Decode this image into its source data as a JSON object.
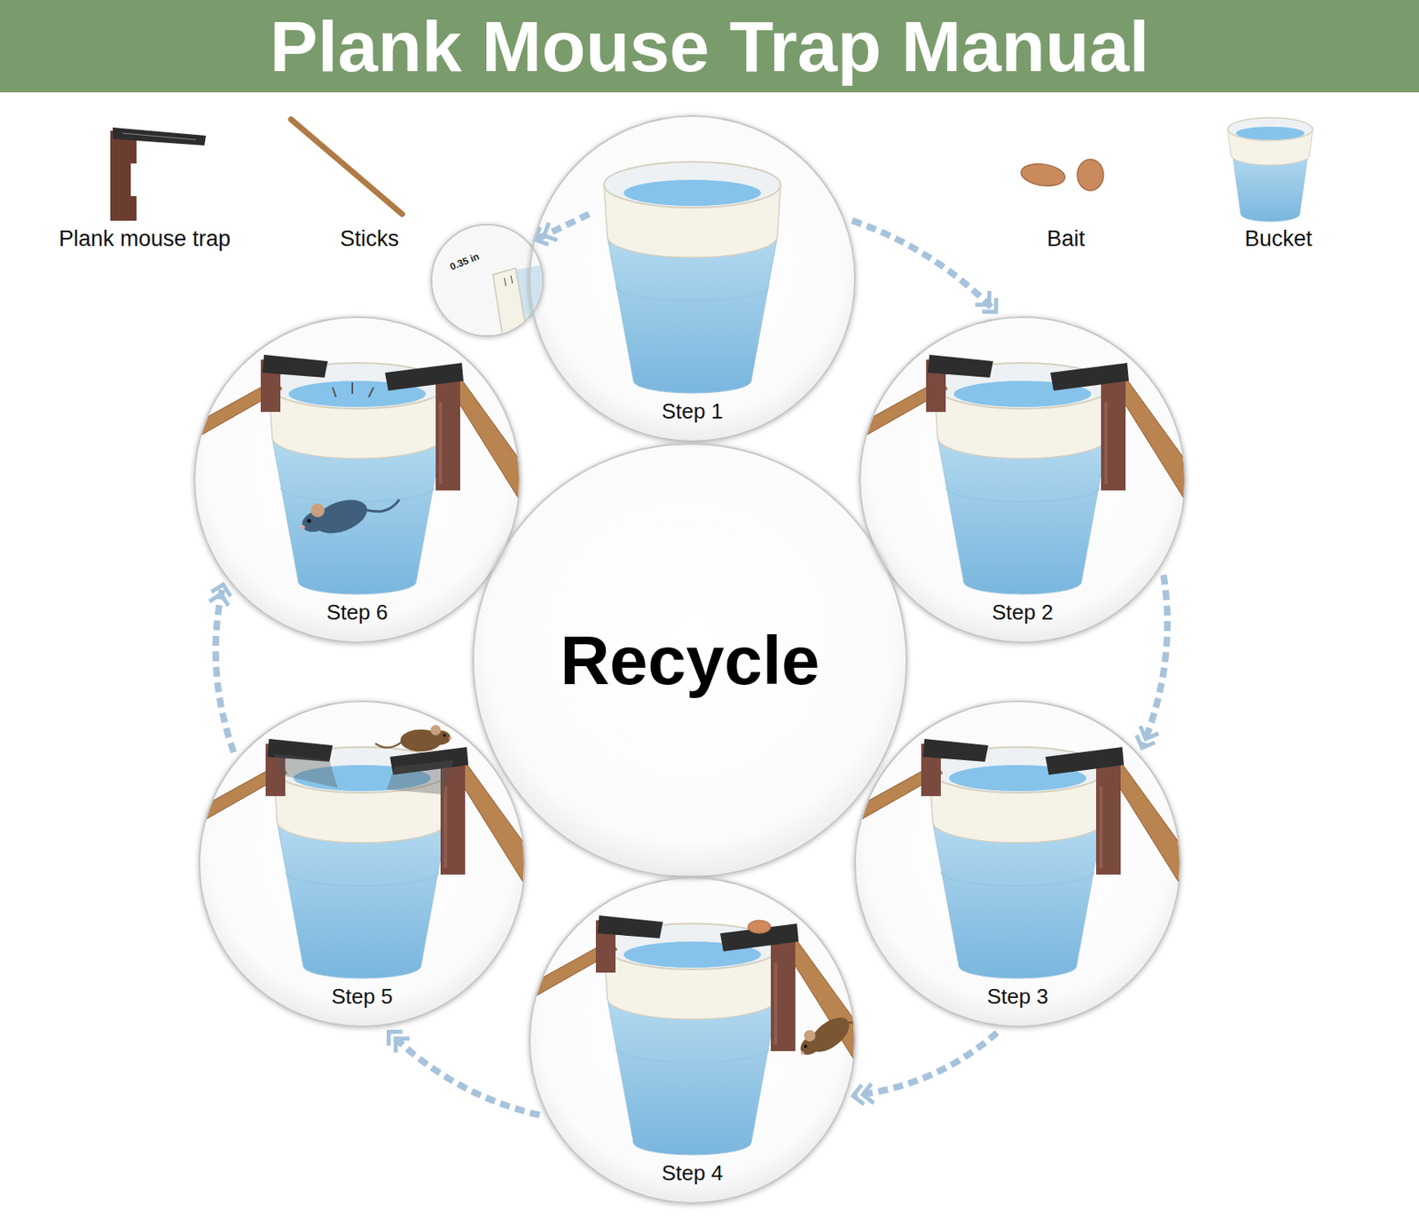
{
  "diagram": {
    "title": "Plank Mouse Trap Manual",
    "nodes": [
      {
        "text": [
          "0.35 in"
        ]
      },
      {
        "text": [
          "Step 1"
        ]
      },
      {
        "text": [
          "Step 6"
        ]
      },
      {
        "text": [
          "Step 2"
        ]
      },
      {
        "text": [
          "Recycle"
        ]
      },
      {
        "text": [
          "Step 5"
        ]
      },
      {
        "text": [
          "Step 3"
        ]
      },
      {
        "text": [
          "Step 4"
        ]
      }
    ],
    "edges": [
      {
        "from": 1,
        "to": 3,
        "arrow": "to"
      },
      {
        "from": 3,
        "to": 6,
        "arrow": "to"
      },
      {
        "from": 6,
        "to": 7,
        "arrow": "to"
      },
      {
        "from": 7,
        "to": 5,
        "arrow": "to"
      },
      {
        "from": 5,
        "to": 2,
        "arrow": "to"
      },
      {
        "from": 1,
        "to": 0,
        "arrow": "to"
      }
    ],
    "labels": [
      "Plank mouse trap",
      "Sticks",
      "Bait",
      "Bucket"
    ]
  }
}
